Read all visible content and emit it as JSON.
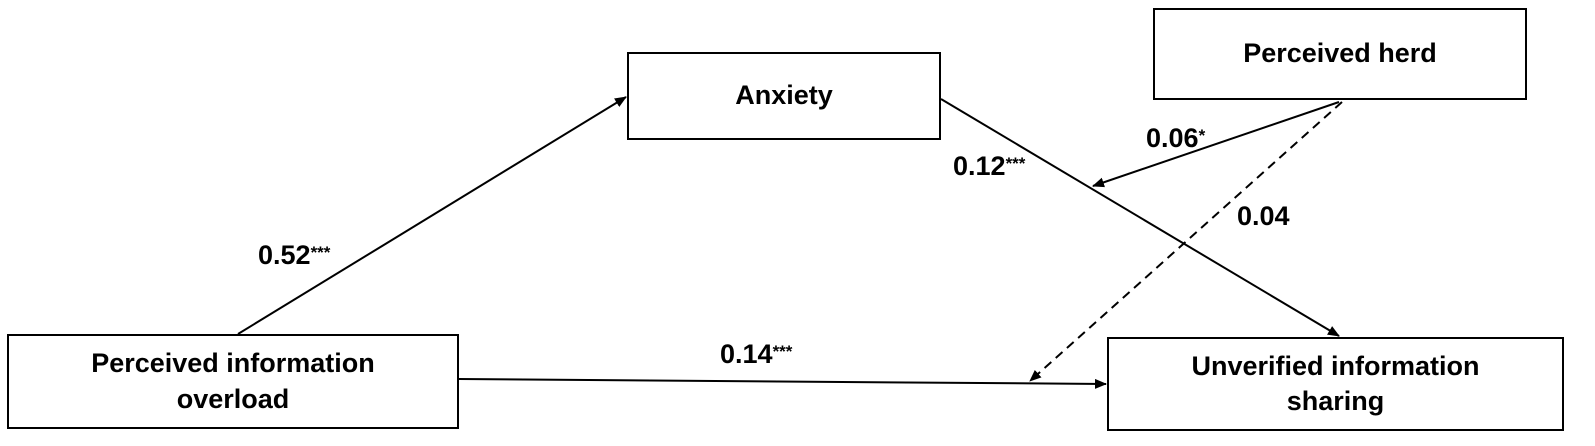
{
  "nodes": {
    "anxiety": "Anxiety",
    "perceived_herd": "Perceived herd",
    "overload": "Perceived information\noverload",
    "sharing": "Unverified information\nsharing"
  },
  "paths": {
    "overload_to_anxiety": {
      "value": "0.52",
      "sig": "***"
    },
    "anxiety_to_sharing": {
      "value": "0.12",
      "sig": "***"
    },
    "herd_moderation": {
      "value": "0.06",
      "sig": "*"
    },
    "overload_to_sharing": {
      "value": "0.14",
      "sig": "***"
    },
    "herd_to_sharing": {
      "value": "0.04",
      "sig": ""
    }
  }
}
